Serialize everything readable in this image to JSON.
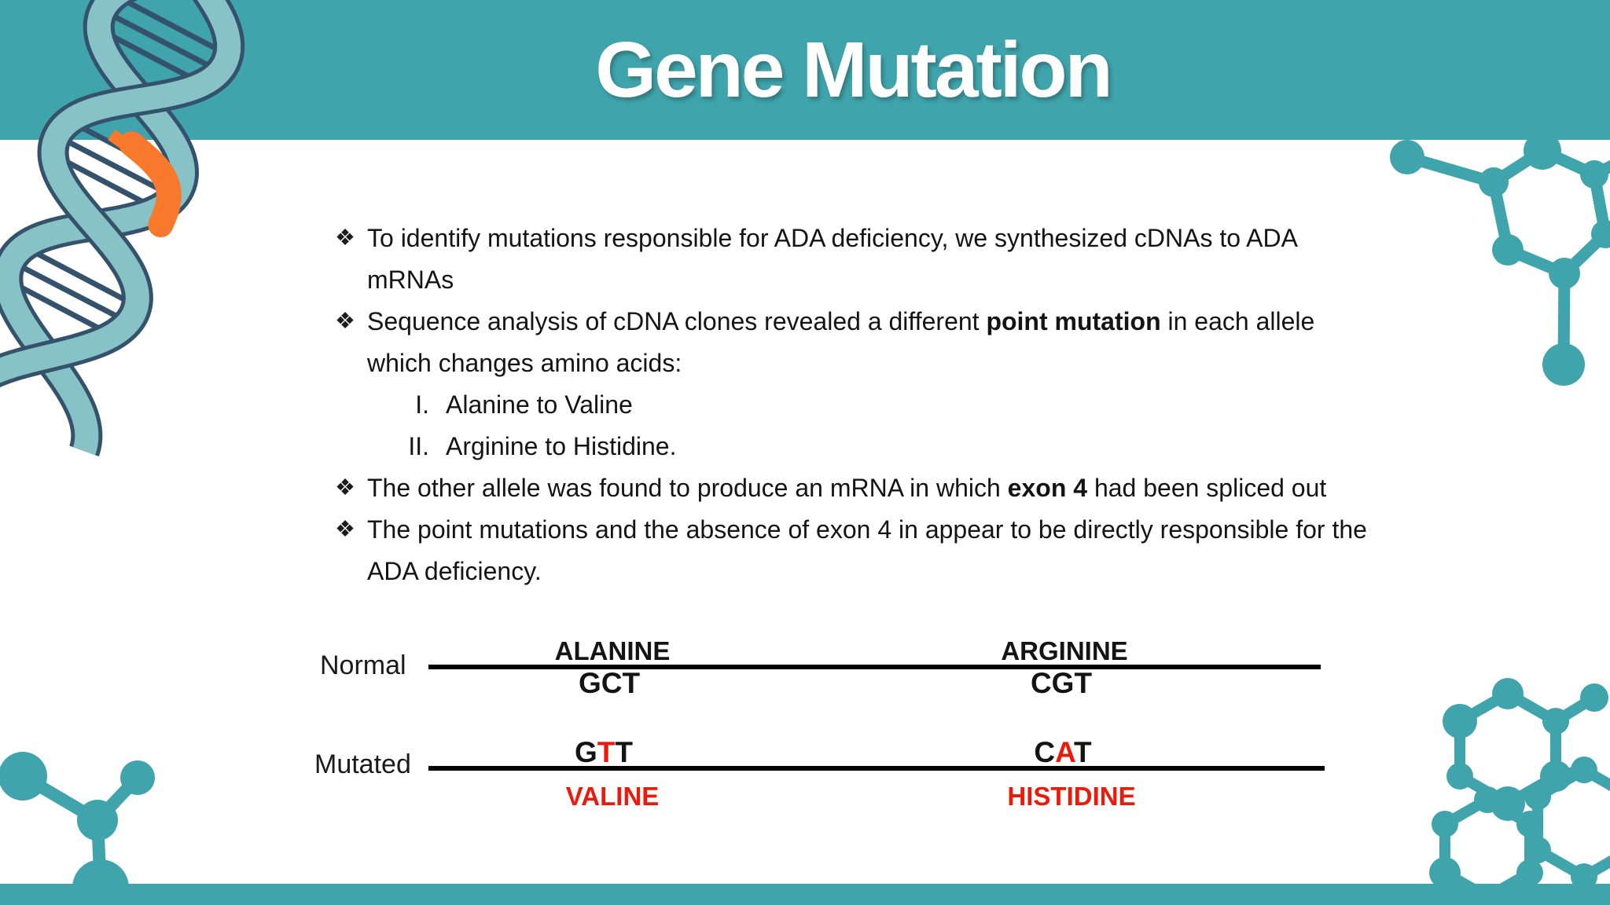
{
  "title": "Gene Mutation",
  "bullet_char": "❖",
  "colors": {
    "teal_accent": "#3FA4AC",
    "mutation_red": "#EC1A0B",
    "helix_orange": "#F8792B",
    "helix_fill": "#87C2C7",
    "helix_outline": "#34526B",
    "line_black": "#000000",
    "title_white": "#FFFFFF"
  },
  "decorations": {
    "top_left": "dna-helix-with-orange-mutation-segment",
    "top_right": "molecule-ring",
    "bottom_left": "small-molecule",
    "bottom_right": "fused-molecule-rings"
  },
  "bullets": [
    {
      "lines": [
        [
          {
            "t": "To identify mutations responsible for ADA deficiency, we synthesized cDNAs to ADA"
          }
        ],
        [
          {
            "t": "mRNAs"
          }
        ]
      ]
    },
    {
      "lines": [
        [
          {
            "t": "Sequence analysis of cDNA clones revealed a different "
          },
          {
            "t": "point mutation",
            "b": true
          },
          {
            "t": " in each allele"
          }
        ],
        [
          {
            "t": "which changes amino acids:"
          }
        ]
      ]
    },
    {
      "lines": [
        [
          {
            "t": "The other allele was found to produce an mRNA in which "
          },
          {
            "t": "exon 4",
            "b": true
          },
          {
            "t": " had been spliced out"
          }
        ]
      ]
    },
    {
      "lines": [
        [
          {
            "t": "The point mutations and the absence of exon 4 in appear to be directly responsible for the"
          }
        ],
        [
          {
            "t": "ADA deficiency."
          }
        ]
      ]
    }
  ],
  "numbered": [
    {
      "num": "I.",
      "text": "Alanine to Valine"
    },
    {
      "num": "II.",
      "text": "Arginine to Histidine."
    }
  ],
  "diagram": {
    "rows": [
      {
        "label": "Normal",
        "cols": [
          {
            "top": [
              {
                "t": "ALANINE"
              }
            ],
            "bottom": [
              {
                "t": "GCT"
              }
            ]
          },
          {
            "top": [
              {
                "t": "ARGININE"
              }
            ],
            "bottom": [
              {
                "t": "CGT"
              }
            ]
          }
        ]
      },
      {
        "label": "Mutated",
        "cols": [
          {
            "top": [
              {
                "t": "G"
              },
              {
                "t": "T",
                "red": true
              },
              {
                "t": "T"
              }
            ],
            "bottom": [
              {
                "t": "VALINE",
                "red": true
              }
            ]
          },
          {
            "top": [
              {
                "t": "C"
              },
              {
                "t": "A",
                "red": true
              },
              {
                "t": "T"
              }
            ],
            "bottom": [
              {
                "t": "HISTIDINE",
                "red": true
              }
            ]
          }
        ]
      }
    ]
  }
}
